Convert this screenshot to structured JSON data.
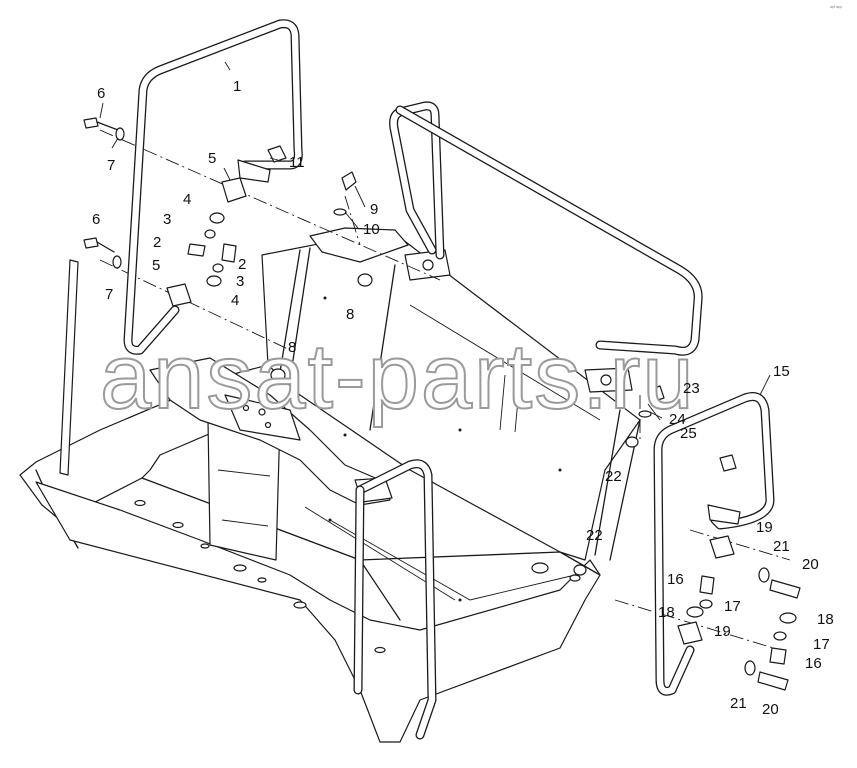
{
  "corner_text": "ᵃᵖᶠ ᵃᵖᵖ",
  "watermark": "ansat-parts.ru",
  "callouts": [
    "1",
    "6",
    "7",
    "5",
    "11",
    "9",
    "10",
    "4",
    "3",
    "2",
    "2",
    "3",
    "4",
    "6",
    "7",
    "5",
    "8",
    "8",
    "15",
    "23",
    "24",
    "22",
    "25",
    "22",
    "19",
    "21",
    "20",
    "16",
    "17",
    "18",
    "18",
    "17",
    "19",
    "16",
    "21",
    "20"
  ]
}
